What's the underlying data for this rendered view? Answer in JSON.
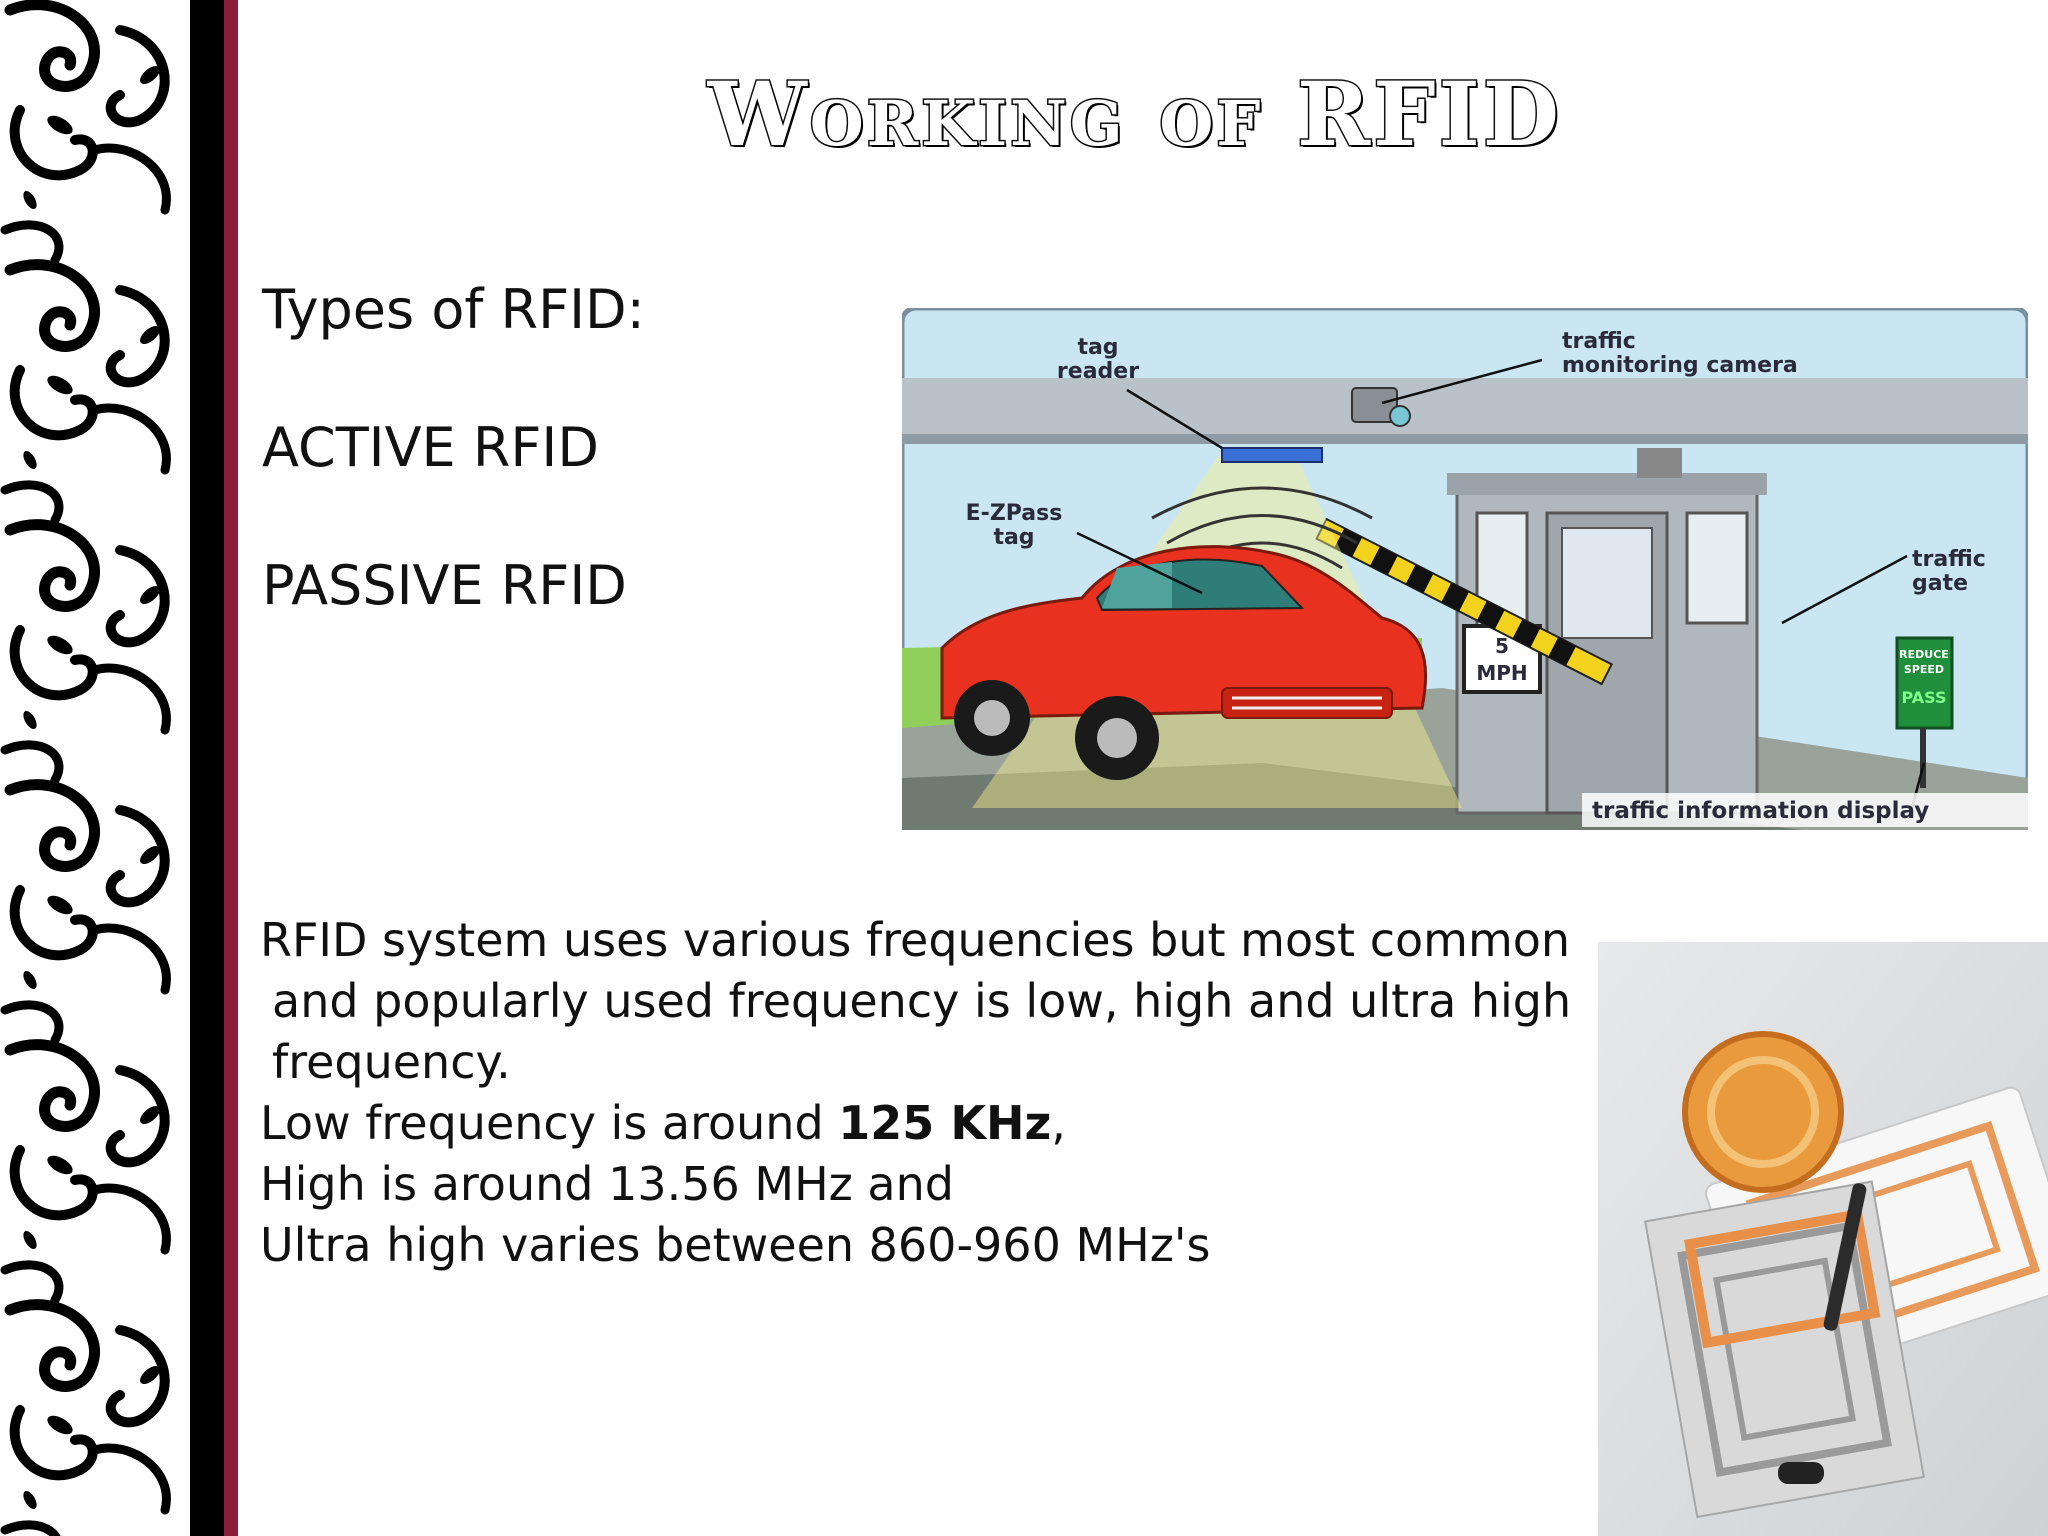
{
  "slide": {
    "title": "Working of RFID",
    "types_heading": "Types of RFID:",
    "type_items": [
      "ACTIVE RFID",
      "PASSIVE RFID"
    ],
    "paragraph": {
      "line1": "RFID system uses various frequencies but most common",
      "line2": "and popularly used frequency is low, high and ultra high",
      "line3": "frequency.",
      "low_prefix": "Low frequency is around ",
      "low_value": "125 KHz",
      "low_suffix": ",",
      "high": "High is around 13.56 MHz and",
      "ultra": "Ultra high varies between 860-960 MHz's"
    }
  },
  "toll_illustration": {
    "labels": {
      "tag_reader_1": "tag",
      "tag_reader_2": "reader",
      "camera_1": "traffic",
      "camera_2": "monitoring camera",
      "ezpass_1": "E-ZPass",
      "ezpass_2": "tag",
      "gate_1": "traffic",
      "gate_2": "gate",
      "speed_1": "5",
      "speed_2": "MPH",
      "sign_1": "REDUCE",
      "sign_2": "SPEED",
      "sign_3": "PASS",
      "display": "traffic information display"
    }
  },
  "colors": {
    "accent_bar": "#8e1d3b",
    "car": "#e8311e",
    "sky": "#c9e6f2"
  }
}
